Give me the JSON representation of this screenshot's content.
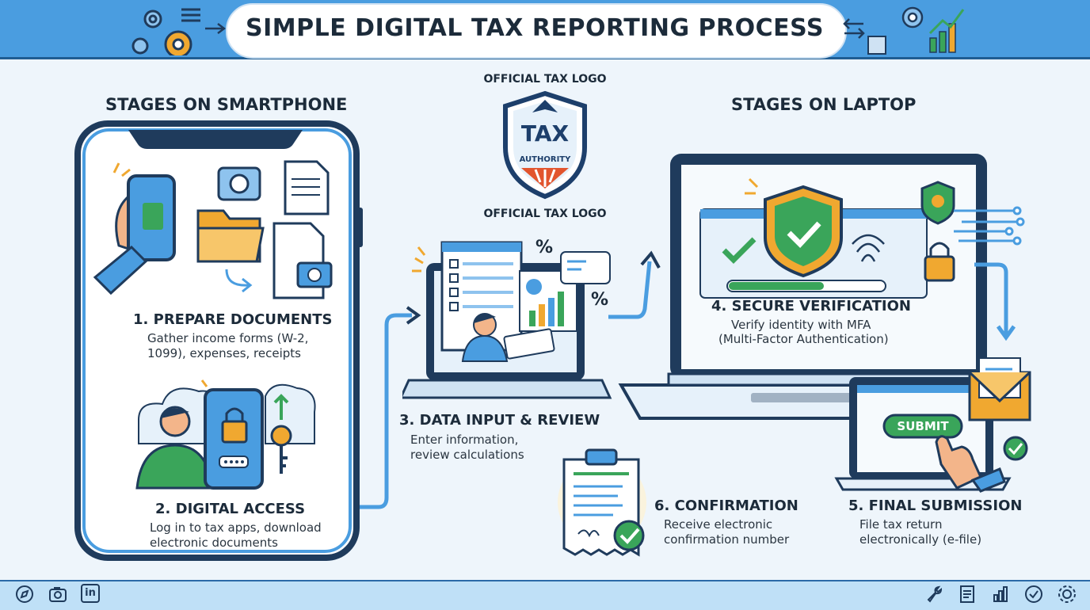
{
  "header": {
    "title": "SIMPLE DIGITAL TAX REPORTING PROCESS"
  },
  "sections": {
    "smartphone_title": "STAGES ON SMARTPHONE",
    "laptop_title": "STAGES ON LAPTOP"
  },
  "logo": {
    "caption_top": "OFFICIAL TAX LOGO",
    "caption_bottom": "OFFICIAL TAX LOGO",
    "main_text": "TAX",
    "sub_text": "AUTHORITY"
  },
  "steps": [
    {
      "title": "1. PREPARE DOCUMENTS",
      "desc_line1": "Gather income forms (W-2,",
      "desc_line2": "1099), expenses, receipts"
    },
    {
      "title": "2. DIGITAL ACCESS",
      "desc_line1": "Log in to tax apps, download",
      "desc_line2": "electronic documents"
    },
    {
      "title": "3. DATA INPUT & REVIEW",
      "desc_line1": "Enter information,",
      "desc_line2": "review calculations"
    },
    {
      "title": "4. SECURE VERIFICATION",
      "desc_line1": "Verify identity with MFA",
      "desc_line2": "(Multi-Factor Authentication)"
    },
    {
      "title": "5. FINAL SUBMISSION",
      "desc_line1": "File tax return",
      "desc_line2": "electronically (e-file)"
    },
    {
      "title": "6. CONFIRMATION",
      "desc_line1": "Receive electronic",
      "desc_line2": "confirmation number"
    }
  ],
  "submit": {
    "label": "SUBMIT"
  },
  "percent_symbol": "%",
  "footer": {
    "left_icons": [
      "compass-icon",
      "camera-icon",
      "linkedin-icon"
    ],
    "right_icons": [
      "wrench-icon",
      "document-icon",
      "chart-icon",
      "checkmark-icon",
      "gear-icon"
    ],
    "linkedin_text": "in"
  },
  "colors": {
    "primary_blue": "#4a9de0",
    "dark_navy": "#1f3b5c",
    "green": "#3aa55a",
    "orange": "#f0a830"
  }
}
